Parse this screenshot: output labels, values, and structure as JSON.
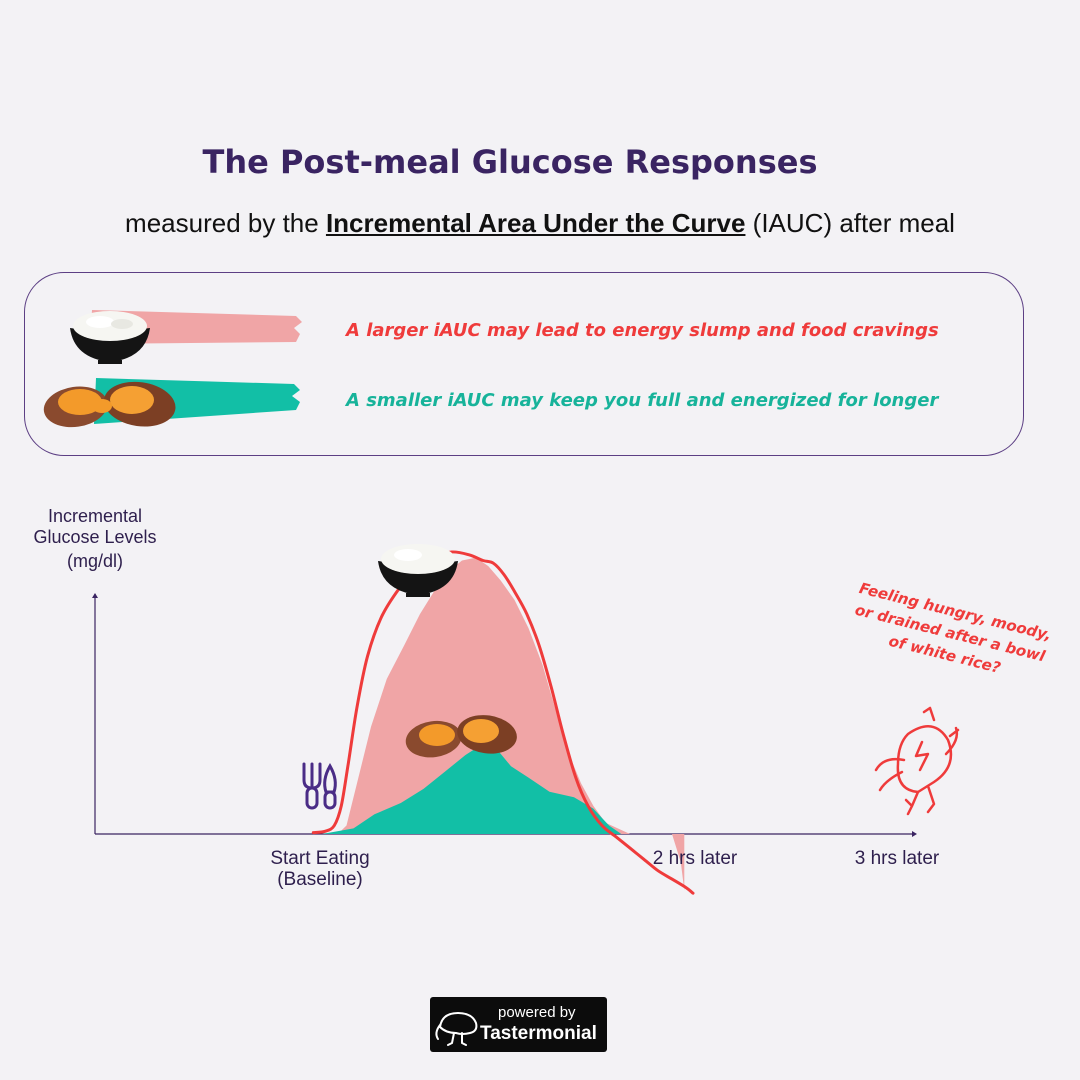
{
  "header": {
    "title": "The Post-meal Glucose Responses",
    "subtitle_pre": "measured by the ",
    "subtitle_em": "Incremental Area Under the Curve",
    "subtitle_post": " (IAUC) after meal"
  },
  "legend": {
    "rice_text": "A larger iAUC may lead to energy slump and food cravings",
    "potato_text": "A smaller iAUC may keep you full and energized for longer",
    "rice_icon": "white-rice-bowl",
    "potato_icon": "sweet-potato",
    "rice_color": "#f0a5a6",
    "potato_color": "#12bfa6"
  },
  "annotation": {
    "text": "Feeling hungry, moody, or drained after a bowl of white rice?",
    "icon": "drained-lightbulb-character",
    "color": "#ef3b3b"
  },
  "utensils_icon": "fork-and-knife",
  "logo": {
    "powered_by": "powered by",
    "brand": "Tastermonial",
    "icon": "kiwi-bird"
  },
  "chart_data": {
    "type": "area",
    "ylabel_lines": [
      "Incremental",
      "Glucose Levels",
      "(mg/dl)"
    ],
    "x_ticks": [
      {
        "x": 0,
        "lines": [
          "Start Eating",
          "(Baseline)"
        ]
      },
      {
        "x": 2,
        "lines": [
          "2 hrs later"
        ]
      },
      {
        "x": 3,
        "lines": [
          "3 hrs later"
        ]
      }
    ],
    "xlim": [
      -0.7,
      3.2
    ],
    "ylim": [
      -21,
      100
    ],
    "grid": false,
    "series": [
      {
        "name": "white rice (area)",
        "color": "#f0a5a6",
        "x": [
          0,
          0.09,
          0.14,
          0.2,
          0.28,
          0.37,
          0.47,
          0.56,
          0.64,
          0.72,
          0.8,
          0.88,
          0.95,
          1.02,
          1.1,
          1.18,
          1.26,
          1.33,
          1.4,
          1.48,
          1.55,
          1.62,
          1.69,
          1.76,
          1.83,
          1.9,
          1.96,
          2.0,
          2.05,
          2.07
        ],
        "y": [
          0,
          0,
          3,
          18,
          38,
          55,
          67,
          78,
          86,
          93,
          97,
          98,
          95,
          90,
          83,
          73,
          60,
          45,
          30,
          18,
          10,
          4,
          2,
          0,
          0,
          0,
          0,
          0,
          -10,
          -20
        ]
      },
      {
        "name": "sweet potato (area)",
        "color": "#12bfa6",
        "x": [
          0,
          0.18,
          0.3,
          0.45,
          0.58,
          0.7,
          0.82,
          0.92,
          1.0,
          1.08,
          1.18,
          1.3,
          1.44,
          1.55,
          1.64,
          1.71
        ],
        "y": [
          0,
          2,
          7,
          11,
          16,
          22,
          28,
          32,
          30,
          24,
          20,
          15,
          13,
          9,
          3,
          0
        ]
      },
      {
        "name": "white rice (curve)",
        "color": "#ef3b3b",
        "x": [
          -0.05,
          0.02,
          0.07,
          0.11,
          0.15,
          0.2,
          0.26,
          0.34,
          0.44,
          0.54,
          0.64,
          0.74,
          0.84,
          0.92,
          0.98,
          1.04,
          1.1,
          1.17,
          1.24,
          1.31,
          1.38,
          1.45,
          1.52,
          1.6,
          1.68,
          1.76,
          1.84,
          1.92,
          2.0,
          2.08,
          2.12
        ],
        "y": [
          0.5,
          1,
          3,
          10,
          25,
          45,
          63,
          77,
          87,
          94,
          98,
          100,
          99,
          97,
          96,
          92,
          86,
          78,
          67,
          52,
          35,
          20,
          10,
          3,
          -1,
          -5,
          -9,
          -13,
          -16,
          -19,
          -21
        ]
      }
    ]
  }
}
